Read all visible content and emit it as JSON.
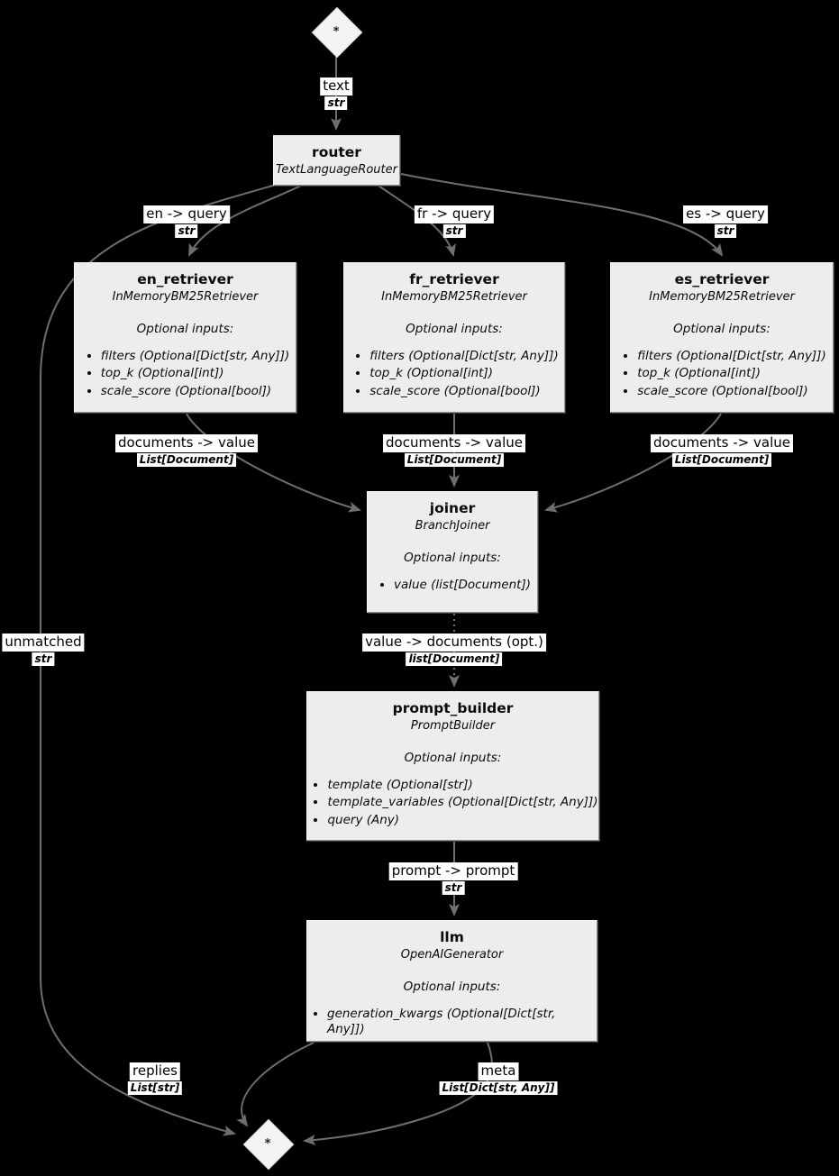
{
  "diagram": {
    "background": "#000000",
    "edge_color": "#6e6e6e",
    "node_fill": "#ededed",
    "label_bg": "#ffffff"
  },
  "start_node": {
    "symbol": "*"
  },
  "end_node": {
    "symbol": "*"
  },
  "nodes": [
    {
      "id": "router",
      "title": "router",
      "type": "TextLanguageRouter"
    },
    {
      "id": "en_retriever",
      "title": "en_retriever",
      "type": "InMemoryBM25Retriever",
      "optional_header": "Optional inputs:",
      "optional_inputs": [
        "filters (Optional[Dict[str, Any]])",
        "top_k (Optional[int])",
        "scale_score (Optional[bool])"
      ]
    },
    {
      "id": "fr_retriever",
      "title": "fr_retriever",
      "type": "InMemoryBM25Retriever",
      "optional_header": "Optional inputs:",
      "optional_inputs": [
        "filters (Optional[Dict[str, Any]])",
        "top_k (Optional[int])",
        "scale_score (Optional[bool])"
      ]
    },
    {
      "id": "es_retriever",
      "title": "es_retriever",
      "type": "InMemoryBM25Retriever",
      "optional_header": "Optional inputs:",
      "optional_inputs": [
        "filters (Optional[Dict[str, Any]])",
        "top_k (Optional[int])",
        "scale_score (Optional[bool])"
      ]
    },
    {
      "id": "joiner",
      "title": "joiner",
      "type": "BranchJoiner",
      "optional_header": "Optional inputs:",
      "optional_inputs": [
        "value (list[Document])"
      ]
    },
    {
      "id": "prompt_builder",
      "title": "prompt_builder",
      "type": "PromptBuilder",
      "optional_header": "Optional inputs:",
      "optional_inputs": [
        "template (Optional[str])",
        "template_variables (Optional[Dict[str, Any]])",
        "query (Any)"
      ]
    },
    {
      "id": "llm",
      "title": "llm",
      "type": "OpenAIGenerator",
      "optional_header": "Optional inputs:",
      "optional_inputs": [
        "generation_kwargs (Optional[Dict[str, Any]])"
      ]
    }
  ],
  "edge_labels": [
    {
      "id": "text",
      "name": "text",
      "type": "str"
    },
    {
      "id": "en_query",
      "name": "en -> query",
      "type": "str"
    },
    {
      "id": "fr_query",
      "name": "fr -> query",
      "type": "str"
    },
    {
      "id": "es_query",
      "name": "es -> query",
      "type": "str"
    },
    {
      "id": "unmatched",
      "name": "unmatched",
      "type": "str"
    },
    {
      "id": "docs_en",
      "name": "documents -> value",
      "type": "List[Document]"
    },
    {
      "id": "docs_fr",
      "name": "documents -> value",
      "type": "List[Document]"
    },
    {
      "id": "docs_es",
      "name": "documents -> value",
      "type": "List[Document]"
    },
    {
      "id": "value_docs",
      "name": "value -> documents (opt.)",
      "type": "list[Document]"
    },
    {
      "id": "prompt",
      "name": "prompt -> prompt",
      "type": "str"
    },
    {
      "id": "replies",
      "name": "replies",
      "type": "List[str]"
    },
    {
      "id": "meta",
      "name": "meta",
      "type": "List[Dict[str, Any]]"
    }
  ]
}
